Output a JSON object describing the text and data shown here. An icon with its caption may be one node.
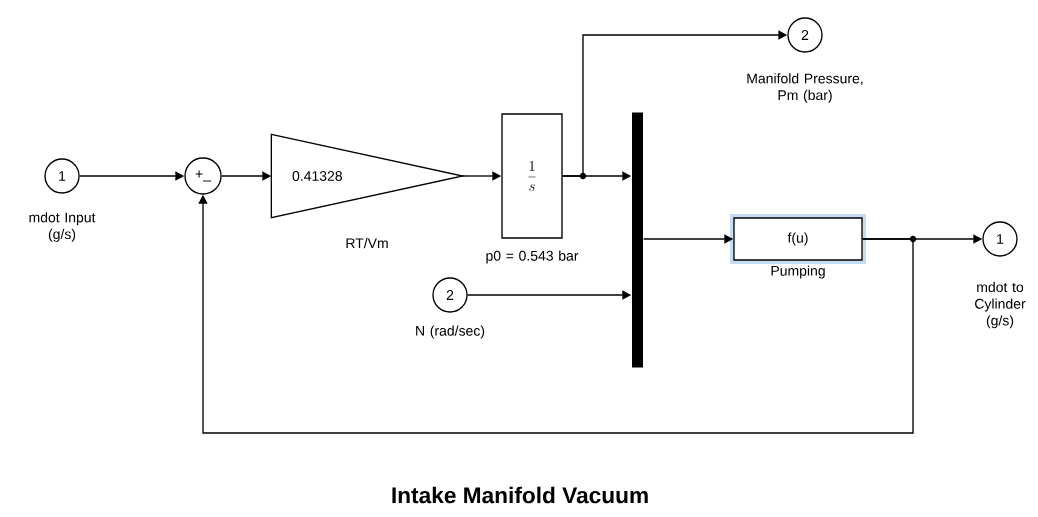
{
  "diagram": {
    "title": "Intake Manifold Vacuum",
    "nodes": [
      {
        "text": [
          "1"
        ],
        "beside": [
          "mdot Input (g/s)"
        ]
      },
      {
        "text": [
          "+_"
        ]
      },
      {
        "text": [
          "0.41328"
        ],
        "beside": [
          "RT/Vm"
        ]
      },
      {
        "text": [
          "\\frac{1}{s}"
        ],
        "beside": [
          "p0 = 0.543 bar"
        ]
      },
      {
        "text": [
          "2"
        ],
        "beside": [
          "Manifold Pressure, Pm (bar)"
        ]
      },
      {
        "text": [],
        "shape": "bar"
      },
      {
        "text": [
          "2"
        ],
        "beside": [
          "N (rad/sec)"
        ]
      },
      {
        "text": [
          "f(u)"
        ],
        "beside": [
          "Pumping"
        ]
      },
      {
        "text": [
          "1"
        ],
        "beside": [
          "mdot to Cylinder (g/s)"
        ]
      }
    ],
    "edges": [
      {
        "from": 0,
        "to": 1,
        "arrow": "to"
      },
      {
        "from": 1,
        "to": 2,
        "arrow": "to"
      },
      {
        "from": 2,
        "to": 3,
        "arrow": "to"
      },
      {
        "from": 3,
        "to": 4,
        "arrow": "to"
      },
      {
        "from": 3,
        "to": 5,
        "arrow": "to"
      },
      {
        "from": 6,
        "to": 5,
        "arrow": "to"
      },
      {
        "from": 5,
        "to": 7,
        "arrow": "to"
      },
      {
        "from": 7,
        "to": 8,
        "arrow": "to"
      },
      {
        "from": 7,
        "to": 1,
        "arrow": "to"
      }
    ]
  }
}
